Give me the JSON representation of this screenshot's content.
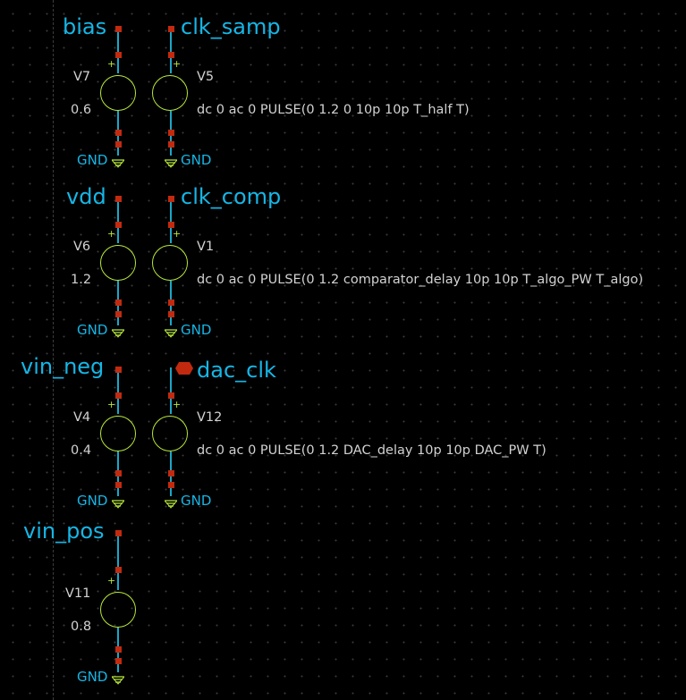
{
  "schematic": {
    "ground_label": "GND",
    "colors": {
      "background": "#000000",
      "wire": "#1aa7c7",
      "pin": "#c22a10",
      "source_symbol": "#b8e83a",
      "net_label": "#16b6e6",
      "text": "#d2d2d2"
    },
    "rows": [
      {
        "left": {
          "net": "bias",
          "ref": "V7",
          "value": "0.6"
        },
        "right": {
          "net": "clk_samp",
          "ref": "V5",
          "value": "dc 0 ac 0 PULSE(0 1.2 0 10p 10p T_half T)"
        }
      },
      {
        "left": {
          "net": "vdd",
          "ref": "V6",
          "value": "1.2"
        },
        "right": {
          "net": "clk_comp",
          "ref": "V1",
          "value": "dc 0 ac 0 PULSE(0 1.2 comparator_delay 10p 10p T_algo_PW T_algo)"
        }
      },
      {
        "left": {
          "net": "vin_neg",
          "ref": "V4",
          "value": "0.4"
        },
        "right": {
          "net": "dac_clk",
          "ref": "V12",
          "value": "dc 0 ac 0 PULSE(0 1.2 DAC_delay 10p 10p DAC_PW T)"
        }
      },
      {
        "left": {
          "net": "vin_pos",
          "ref": "V11",
          "value": "0.8"
        }
      }
    ]
  }
}
